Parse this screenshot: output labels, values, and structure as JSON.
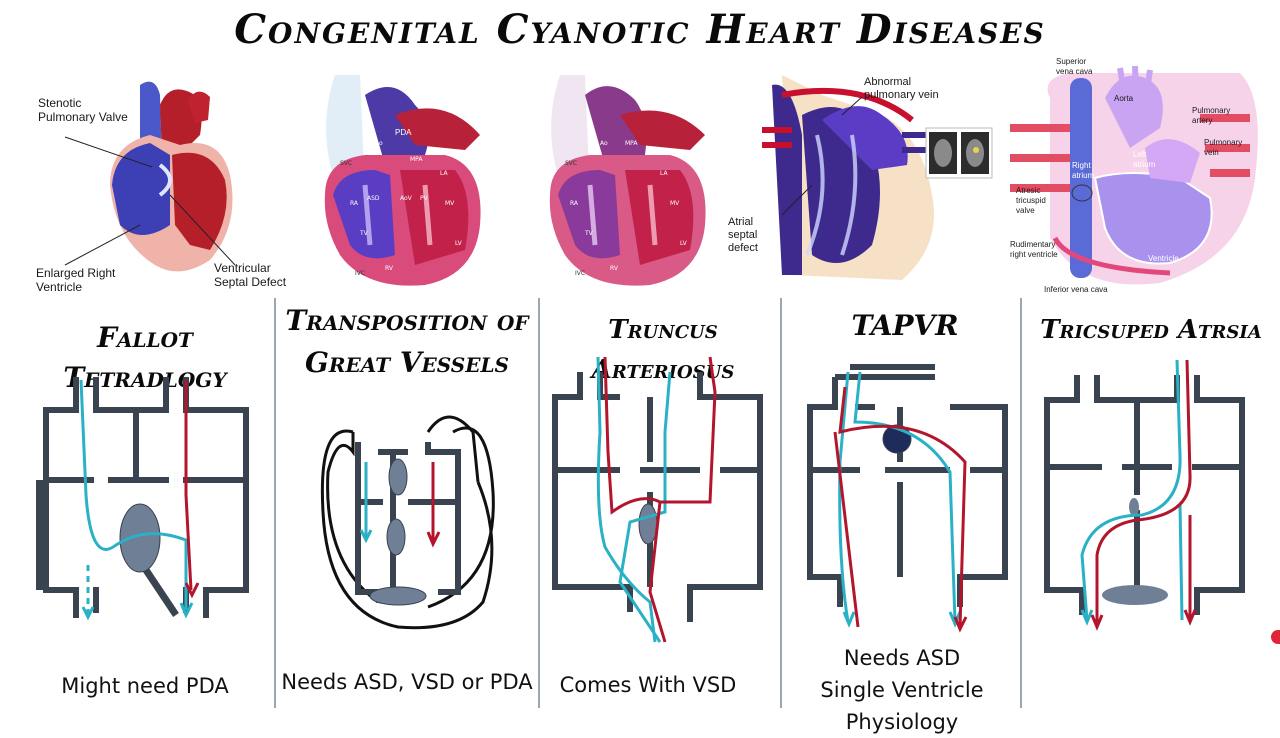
{
  "title": "Congenital Cyanotic Heart Diseases",
  "panels": [
    {
      "title_lines": [
        "Fallot Tetradlogy"
      ],
      "note_lines": [
        "Might need PDA"
      ],
      "image_labels": [
        "Stenotic Pulmonary Valve",
        "Enlarged Right Ventricle",
        "Ventricular Septal Defect"
      ]
    },
    {
      "title_lines": [
        "Transposition of",
        "Great Vessels"
      ],
      "note_lines": [
        "Needs ASD, VSD or PDA"
      ],
      "image_labels": [
        "PDA",
        "Ao",
        "SVC",
        "MPA",
        "LA",
        "RA",
        "ASD",
        "AoV",
        "PV",
        "MV",
        "TV",
        "RV",
        "LV",
        "IVC"
      ]
    },
    {
      "title_lines": [
        "Truncus Arteriosus"
      ],
      "note_lines": [
        "Comes With VSD"
      ],
      "image_labels": [
        "SVC",
        "Ao",
        "MPA",
        "LA",
        "RA",
        "MV",
        "TV",
        "RV",
        "LV",
        "IVC"
      ]
    },
    {
      "title_lines": [
        "TAPVR"
      ],
      "note_lines": [
        "Needs ASD",
        "Single Ventricle Physiology"
      ],
      "image_labels": [
        "Abnormal pulmonary vein",
        "Atrial septal defect"
      ]
    },
    {
      "title_lines": [
        "Tricsuped Atrsia"
      ],
      "note_lines": [],
      "image_labels": [
        "Superior vena cava",
        "Aorta",
        "Pulmonary artery",
        "Pulmonary vein",
        "Right atrium",
        "Left atrium",
        "Atresic tricuspid valve",
        "Rudimentary right ventricle",
        "Ventricle",
        "Inferior vena cava"
      ]
    }
  ],
  "colors": {
    "deoxygenated": "#2bb1c6",
    "oxygenated": "#b3162c",
    "wall": "#3a4350",
    "defect": "#6f7f95"
  }
}
